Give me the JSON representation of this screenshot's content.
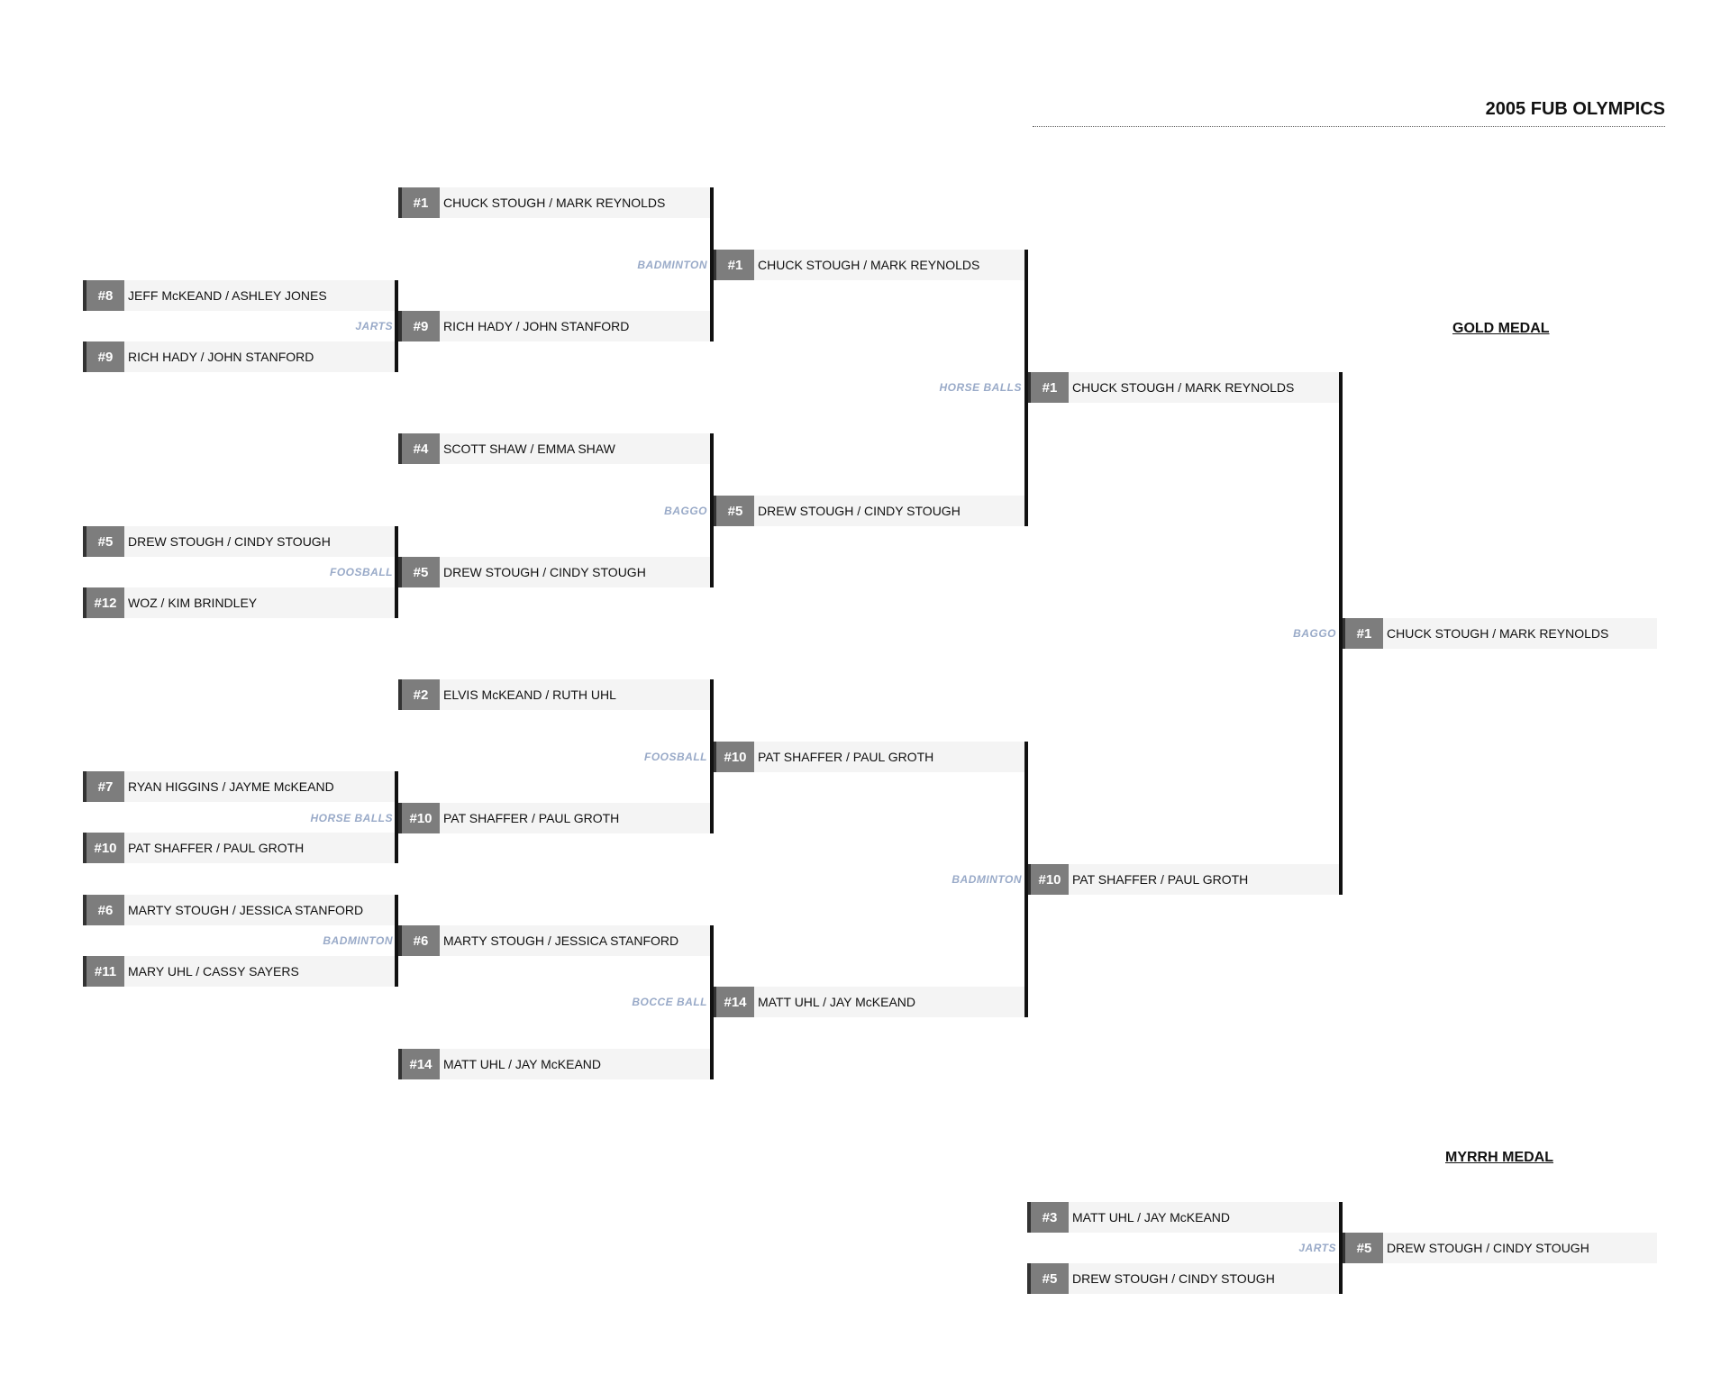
{
  "title": "2005 FUB OLYMPICS",
  "medals": {
    "gold": "GOLD MEDAL",
    "myrrh": "MYRRH MEDAL"
  },
  "round1": [
    {
      "seed": "#8",
      "team": "JEFF McKEAND / ASHLEY JONES"
    },
    {
      "seed": "#9",
      "team": "RICH HADY / JOHN STANFORD"
    },
    {
      "seed": "#5",
      "team": "DREW STOUGH / CINDY STOUGH"
    },
    {
      "seed": "#12",
      "team": "WOZ / KIM BRINDLEY"
    },
    {
      "seed": "#7",
      "team": "RYAN HIGGINS / JAYME McKEAND"
    },
    {
      "seed": "#10",
      "team": "PAT SHAFFER / PAUL GROTH"
    },
    {
      "seed": "#6",
      "team": "MARTY STOUGH / JESSICA STANFORD"
    },
    {
      "seed": "#11",
      "team": "MARY UHL / CASSY SAYERS"
    }
  ],
  "round2": [
    {
      "seed": "#1",
      "team": "CHUCK STOUGH / MARK REYNOLDS"
    },
    {
      "seed": "#9",
      "team": "RICH HADY / JOHN STANFORD",
      "game": "JARTS"
    },
    {
      "seed": "#4",
      "team": "SCOTT SHAW / EMMA SHAW"
    },
    {
      "seed": "#5",
      "team": "DREW STOUGH / CINDY STOUGH",
      "game": "FOOSBALL"
    },
    {
      "seed": "#2",
      "team": "ELVIS McKEAND / RUTH UHL"
    },
    {
      "seed": "#10",
      "team": "PAT SHAFFER / PAUL GROTH",
      "game": "HORSE BALLS"
    },
    {
      "seed": "#6",
      "team": "MARTY STOUGH / JESSICA STANFORD",
      "game": "BADMINTON"
    },
    {
      "seed": "#14",
      "team": "MATT UHL / JAY McKEAND"
    }
  ],
  "round3": [
    {
      "seed": "#1",
      "team": "CHUCK STOUGH / MARK REYNOLDS",
      "game": "BADMINTON"
    },
    {
      "seed": "#5",
      "team": "DREW STOUGH / CINDY STOUGH",
      "game": "BAGGO"
    },
    {
      "seed": "#10",
      "team": "PAT SHAFFER / PAUL GROTH",
      "game": "FOOSBALL"
    },
    {
      "seed": "#14",
      "team": "MATT UHL / JAY McKEAND",
      "game": "BOCCE BALL"
    }
  ],
  "round4": [
    {
      "seed": "#1",
      "team": "CHUCK STOUGH / MARK REYNOLDS",
      "game": "HORSE BALLS"
    },
    {
      "seed": "#10",
      "team": "PAT SHAFFER / PAUL GROTH",
      "game": "BADMINTON"
    }
  ],
  "champion": {
    "seed": "#1",
    "team": "CHUCK STOUGH / MARK REYNOLDS",
    "game": "BAGGO"
  },
  "myrrh_bracket": [
    {
      "seed": "#3",
      "team": "MATT UHL / JAY McKEAND"
    },
    {
      "seed": "#5",
      "team": "DREW STOUGH / CINDY STOUGH"
    }
  ],
  "myrrh_winner": {
    "seed": "#5",
    "team": "DREW STOUGH / CINDY STOUGH",
    "game": "JARTS"
  }
}
